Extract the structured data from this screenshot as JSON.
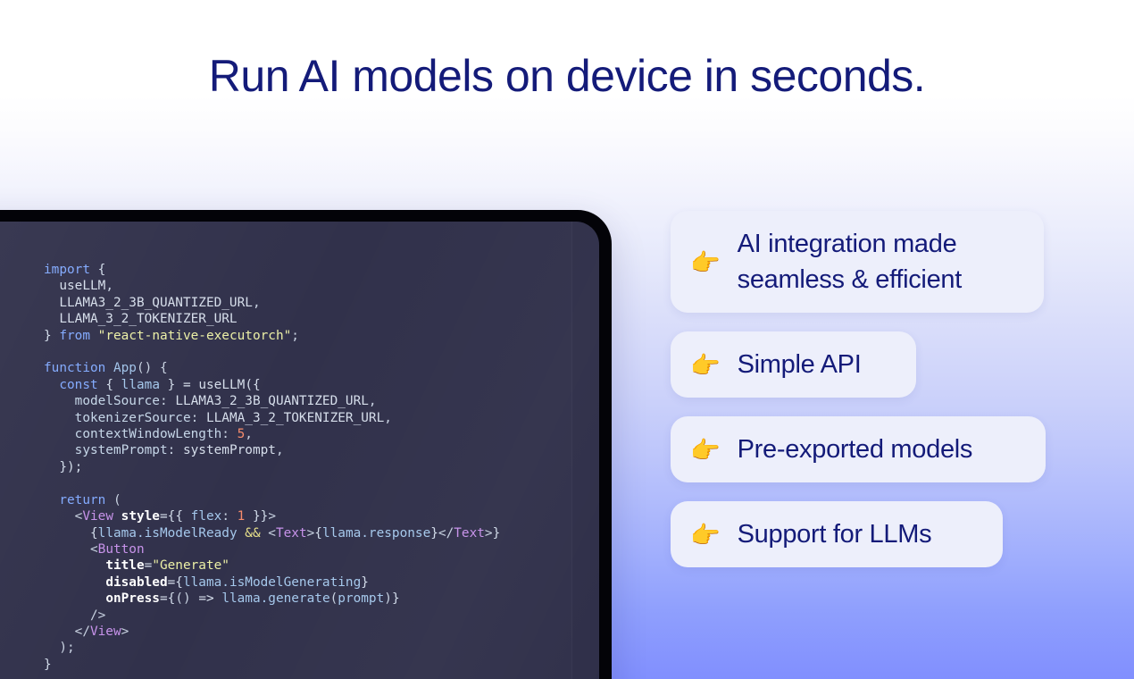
{
  "headline": "Run AI models on device in seconds.",
  "theme": {
    "headline_color": "#141b79",
    "card_background": "#edeffb",
    "card_text_color": "#141b79",
    "gradient_top": "#ffffff",
    "gradient_bottom": "#818ffe",
    "screen_background": "#2f2f49",
    "bezel_color": "#030308"
  },
  "code": {
    "language": "jsx",
    "lines": [
      "import {",
      "  useLLM,",
      "  LLAMA3_2_3B_QUANTIZED_URL,",
      "  LLAMA_3_2_TOKENIZER_URL",
      "} from \"react-native-executorch\";",
      "",
      "function App() {",
      "  const { llama } = useLLM({",
      "    modelSource: LLAMA3_2_3B_QUANTIZED_URL,",
      "    tokenizerSource: LLAMA_3_2_TOKENIZER_URL,",
      "    contextWindowLength: 5,",
      "    systemPrompt: systemPrompt,",
      "  });",
      "",
      "  return (",
      "    <View style={{ flex: 1 }}>",
      "      {llama.isModelReady && <Text>{llama.response}</Text>}",
      "      <Button",
      "        title=\"Generate\"",
      "        disabled={llama.isModelGenerating}",
      "        onPress={() => llama.generate(prompt)}",
      "      />",
      "    </View>",
      "  );",
      "}"
    ]
  },
  "cards": [
    {
      "icon": "pointing-right-hand-icon",
      "glyph": "👉",
      "label": "AI integration made seamless & efficient"
    },
    {
      "icon": "pointing-right-hand-icon",
      "glyph": "👉",
      "label": "Simple API"
    },
    {
      "icon": "pointing-right-hand-icon",
      "glyph": "👉",
      "label": "Pre-exported models"
    },
    {
      "icon": "pointing-right-hand-icon",
      "glyph": "👉",
      "label": "Support for LLMs"
    }
  ]
}
